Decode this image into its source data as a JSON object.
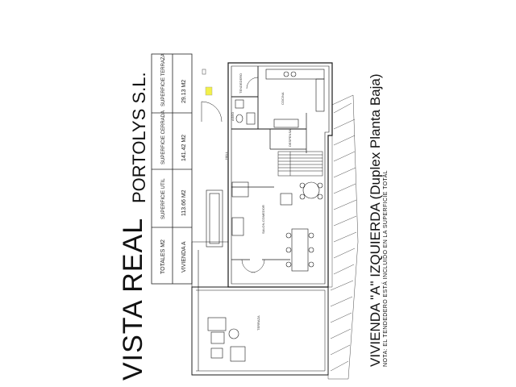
{
  "header": {
    "project_name": "VISTA REAL",
    "company": "PORTOLYS S.L."
  },
  "subtitle": "VIVIENDA \"A\" IZQUIERDA (Duplex Planta Baja)",
  "note": "NOTA: EL TENDEDERO ESTÁ INCLUIDO EN LA SUPERFICIE TOTAL",
  "surface_table": {
    "headers": [
      "TOTALES M2",
      "SUPERFICIE UTIL",
      "SUPERFICIE CERRADA",
      "SUPERFICIE TERRAZA"
    ],
    "row": [
      "VIVIENDA A",
      "113.66 M2",
      "141.42 M2",
      "29.13 M2"
    ]
  },
  "rooms": {
    "tendedero": "TENDEDERO",
    "cocina": "COCINA",
    "aseo": "ASEO",
    "hall": "HALL",
    "despensa": "DESPENSA",
    "salon": "SALON-COMEDOR",
    "terraza": "TERRAZA"
  },
  "colors": {
    "line": "#1a1a1a",
    "highlight": "#f2f04a",
    "paper": "#ffffff"
  }
}
